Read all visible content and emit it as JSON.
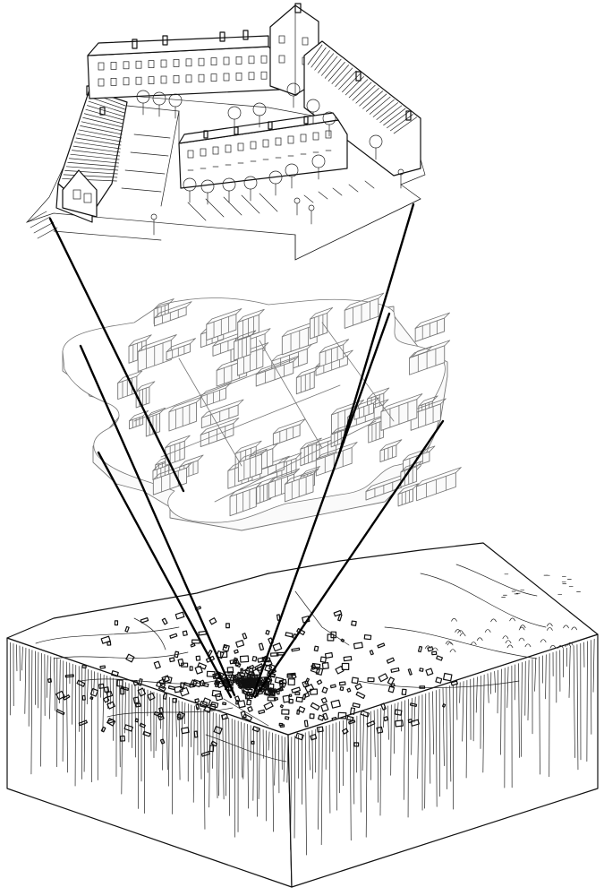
{
  "figure": {
    "levels": [
      {
        "id": "neighbourhood",
        "view": "building-block-detail"
      },
      {
        "id": "district",
        "view": "urban-district-model"
      },
      {
        "id": "region",
        "view": "landscape-block-settlement"
      }
    ],
    "colors": {
      "ink": "#111111",
      "faint_ink": "#777777",
      "background": "#ffffff"
    }
  }
}
